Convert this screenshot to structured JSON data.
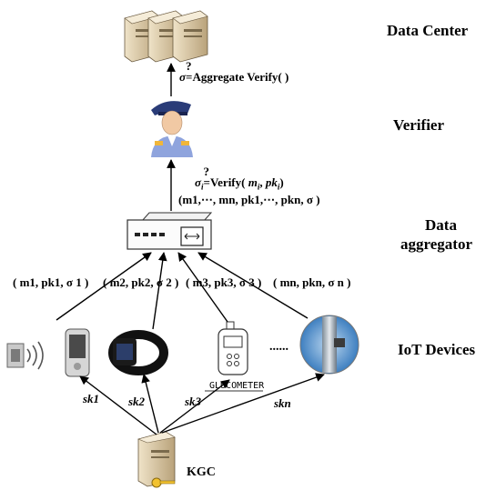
{
  "layers": {
    "data_center": "Data Center",
    "verifier": "Verifier",
    "aggregator_line1": "Data",
    "aggregator_line2": "aggregator",
    "iot_devices": "IoT Devices"
  },
  "kgc": {
    "label": "KGC"
  },
  "device_labels": {
    "glucometer": "GLUCOMETER",
    "ellipsis": "......"
  },
  "aggregate_verify": {
    "sigma": "σ",
    "q": "?",
    "eq": "=",
    "text": "Aggregate Verify( )"
  },
  "verify": {
    "sigma": "σ",
    "i": "i",
    "q": "?",
    "eq": "=",
    "text": "Verify( ",
    "m": "m",
    "pk": "pk",
    "sep": ", ",
    "close": ")"
  },
  "aggregate_tuple": "(m1,⋯, mn, pk1,⋯, pkn, σ )",
  "device_tuples": [
    "( m1, pk1, σ 1 )",
    "( m2, pk2, σ 2 )",
    "( m3, pk3, σ 3 )",
    "( mn, pkn, σ n )"
  ],
  "secret_keys": [
    "sk1",
    "sk2",
    "sk3",
    "skn"
  ],
  "colors": {
    "arrow": "#000000",
    "server": "#d9c8a6",
    "server_dark": "#8c7b5e",
    "uniform": "#5a76c8"
  }
}
